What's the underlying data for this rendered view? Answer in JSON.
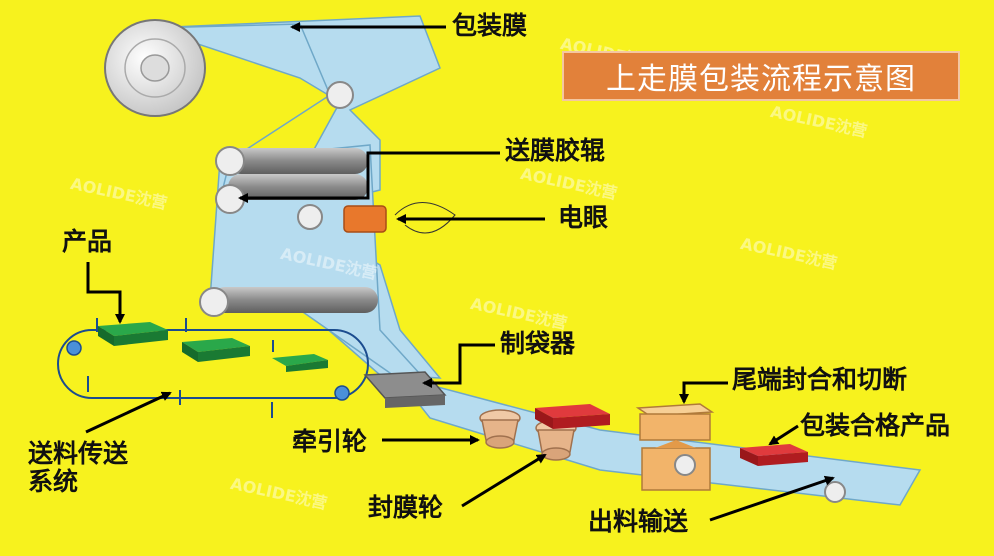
{
  "title": "上走膜包装流程示意图",
  "labels": {
    "packaging_film": "包装膜",
    "film_feed_roller": "送膜胶辊",
    "photo_eye": "电眼",
    "product": "产品",
    "bag_former": "制袋器",
    "end_seal_cut": "尾端封合和切断",
    "qualified_product": "包装合格产品",
    "infeed_conveyor": "送料传送系统",
    "pull_wheel": "牵引轮",
    "seal_wheel": "封膜轮",
    "outfeed_conveyor": "出料输送"
  },
  "watermark": "AOLIDE沈营",
  "colors": {
    "background": "#f7f21e",
    "film": "#b6dcef",
    "film_stroke": "#6fa8c8",
    "roller": "#8a8a8a",
    "photo_eye": "#e8782c",
    "product_green": "#1f8f3c",
    "product_red": "#d6252a",
    "sealer": "#f2b46a",
    "title_bg": "#e2813a"
  }
}
